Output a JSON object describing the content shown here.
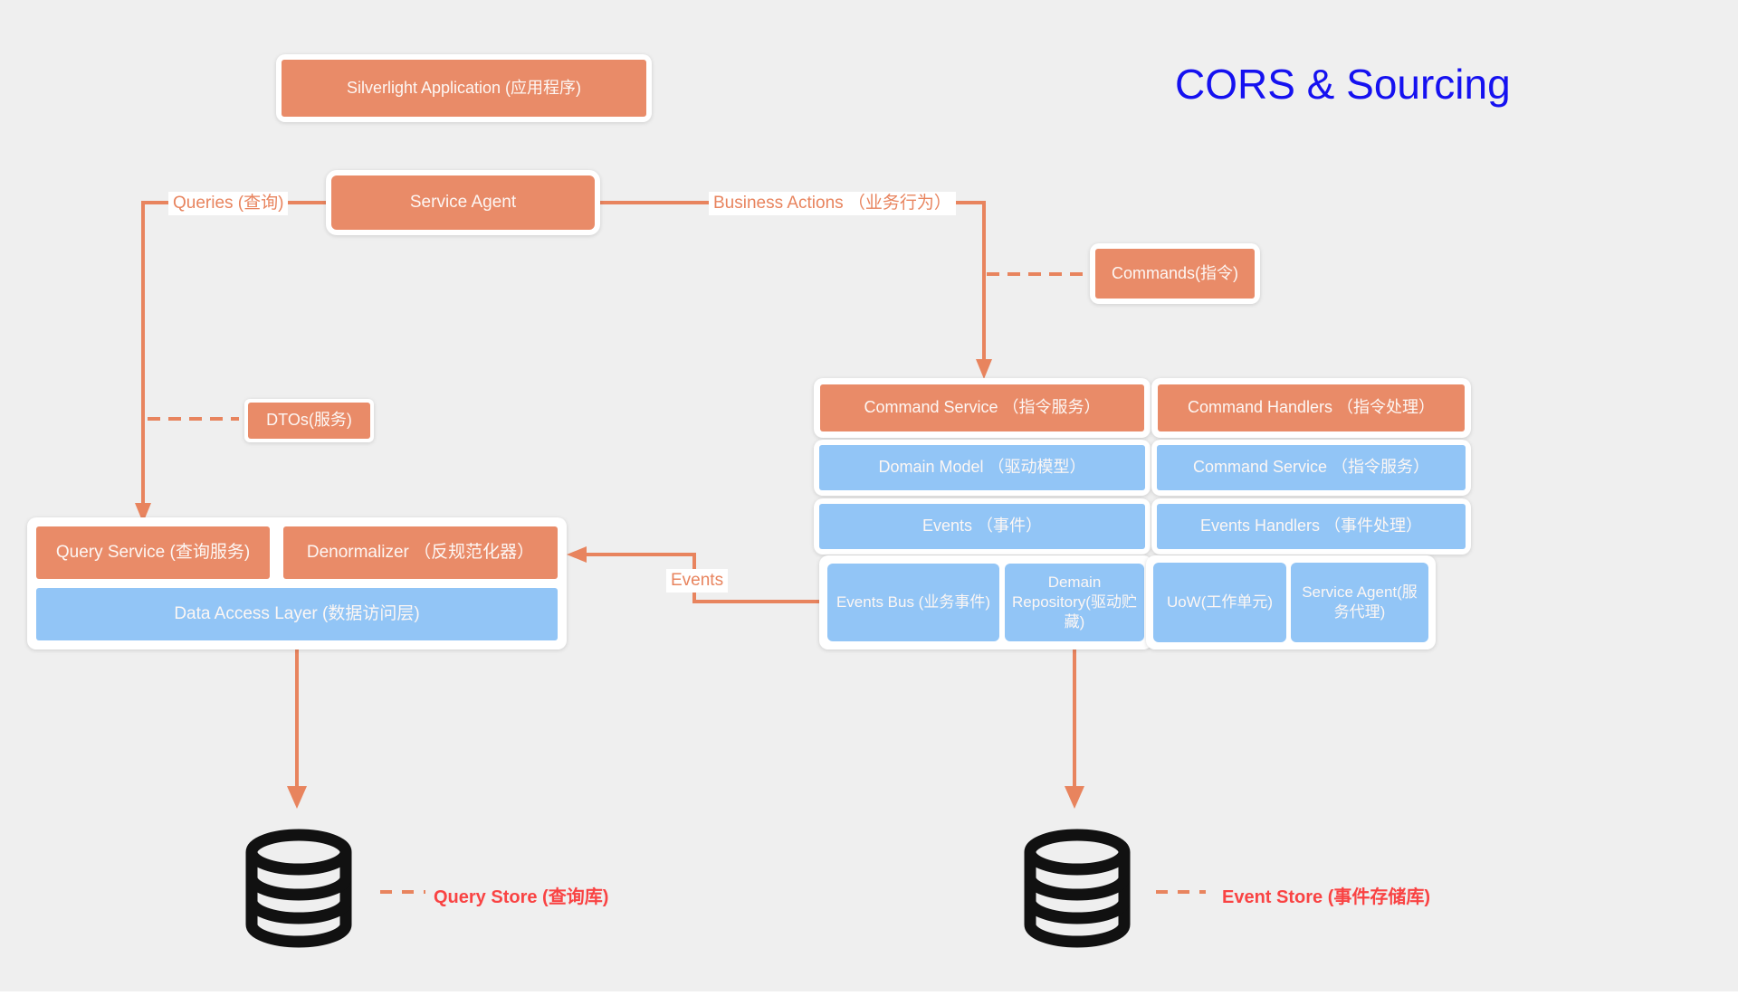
{
  "title": "CORS & Sourcing",
  "app": {
    "silverlight": "Silverlight Application (应用程序)",
    "service_agent": "Service Agent"
  },
  "edge_labels": {
    "queries": "Queries (查询)",
    "business_actions": "Business Actions （业务行为）",
    "events": "Events"
  },
  "floating": {
    "commands": "Commands(指令)",
    "dtos": "DTOs(服务)"
  },
  "command_side": {
    "col1": [
      "Command Service （指令服务）",
      "Domain Model （驱动模型）",
      "Events （事件）"
    ],
    "col2": [
      "Command Handlers （指令处理）",
      "Command Service （指令服务）",
      "Events Handlers （事件处理）"
    ],
    "infra1": [
      "Events Bus (业务事件)",
      "Demain Repository(驱动贮藏)"
    ],
    "infra2": [
      "UoW(工作单元)",
      "Service Agent(服务代理)"
    ]
  },
  "query_side": {
    "query_service": "Query Service (查询服务)",
    "denormalizer": "Denormalizer （反规范化器）",
    "dal": "Data Access Layer (数据访问层)"
  },
  "stores": {
    "query": "Query Store (查询库)",
    "event": "Event Store (事件存储库)"
  },
  "colors": {
    "orange": "#e98b68",
    "blue": "#92c5f6",
    "line": "#e8845e",
    "red": "#f94343",
    "title_blue": "#1511f0",
    "background": "#efefef",
    "db_black": "#111111"
  }
}
